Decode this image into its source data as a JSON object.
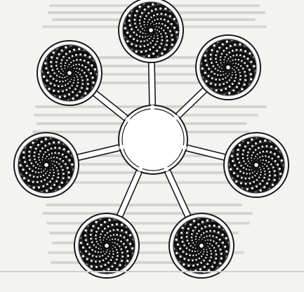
{
  "diagram": {
    "type": "hub-and-spoke",
    "hub": {
      "label": ""
    },
    "nodes": [
      {
        "id": "node-top",
        "style": "spiral"
      },
      {
        "id": "node-upper-right",
        "style": "spiral"
      },
      {
        "id": "node-right",
        "style": "spiral"
      },
      {
        "id": "node-lower-right",
        "style": "spiral"
      },
      {
        "id": "node-lower-left",
        "style": "spiral"
      },
      {
        "id": "node-left",
        "style": "spiral"
      },
      {
        "id": "node-upper-left",
        "style": "spiral"
      }
    ],
    "colors": {
      "background": "#f3f3f1",
      "ink": "#1a1a1a",
      "node_fill": "#2a2a2a",
      "highlight": "#ffffff"
    }
  }
}
